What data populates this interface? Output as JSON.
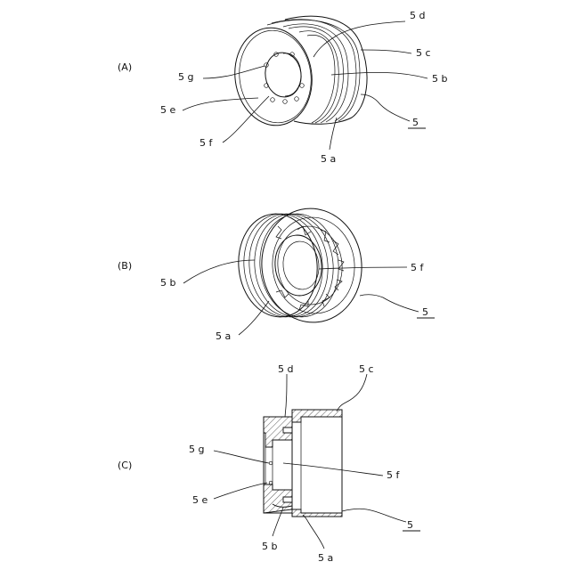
{
  "figure_a": {
    "panel_label": "(A)",
    "labels": {
      "5d": "5 d",
      "5c": "5 c",
      "5b": "5 b",
      "5g": "5 g",
      "5e": "5 e",
      "5f": "5 f",
      "5a": "5 a",
      "5": "5"
    }
  },
  "figure_b": {
    "panel_label": "(B)",
    "labels": {
      "5b": "5 b",
      "5f": "5 f",
      "5a": "5 a",
      "5": "5"
    }
  },
  "figure_c": {
    "panel_label": "(C)",
    "labels": {
      "5d": "5 d",
      "5c": "5 c",
      "5g": "5 g",
      "5f": "5 f",
      "5e": "5 e",
      "5": "5",
      "5b": "5 b",
      "5a": "5 a"
    }
  }
}
